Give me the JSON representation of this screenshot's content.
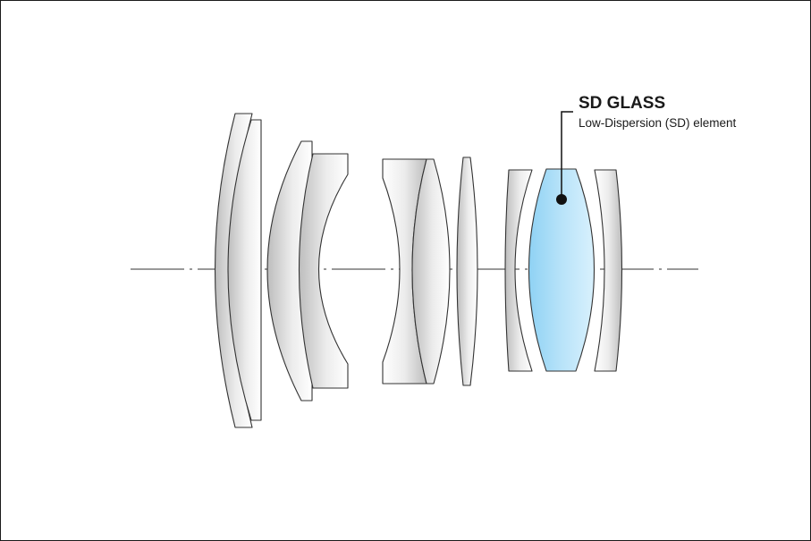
{
  "callout": {
    "title": "SD GLASS",
    "subtitle": "Low-Dispersion (SD) element"
  },
  "colors": {
    "outline": "#333333",
    "glass_light": "#ffffff",
    "glass_dark": "#bdbdbd",
    "sd_glass_light": "#d9f1fd",
    "sd_glass_dark": "#8fd2f4",
    "axis": "#333333",
    "frame": "#1a1a1a"
  },
  "elements": [
    {
      "name": "lens-element-1",
      "highlight": false
    },
    {
      "name": "lens-element-2",
      "highlight": false
    },
    {
      "name": "lens-element-3",
      "highlight": false
    },
    {
      "name": "lens-element-4",
      "highlight": false
    },
    {
      "name": "lens-element-5",
      "highlight": false
    },
    {
      "name": "lens-element-6",
      "highlight": false
    },
    {
      "name": "lens-element-7",
      "highlight": false
    },
    {
      "name": "lens-element-8",
      "highlight": false
    },
    {
      "name": "lens-element-9-sd",
      "highlight": true
    },
    {
      "name": "lens-element-10",
      "highlight": false
    }
  ]
}
